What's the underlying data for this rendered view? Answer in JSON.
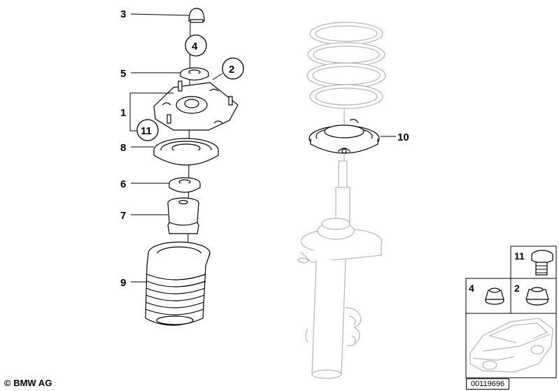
{
  "labels": {
    "p1": "1",
    "p2": "2",
    "p3": "3",
    "p4": "4",
    "p5": "5",
    "p6": "6",
    "p7": "7",
    "p8": "8",
    "p9": "9",
    "p10": "10",
    "p11": "11"
  },
  "inset": {
    "p11": "11",
    "p4": "4",
    "p2": "2"
  },
  "footer": {
    "copyright": "© BMW AG",
    "doc_number": "00119696"
  }
}
